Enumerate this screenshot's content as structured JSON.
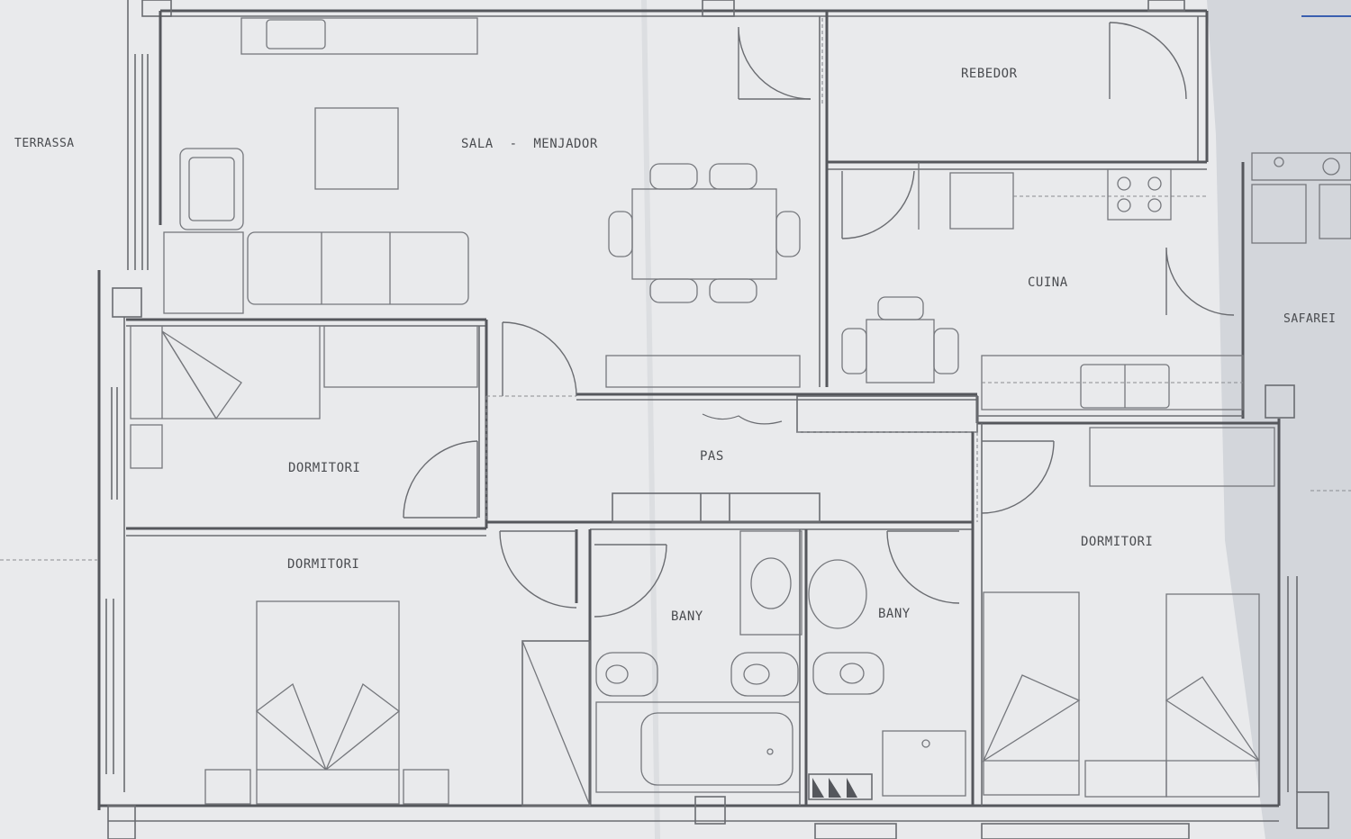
{
  "plan": {
    "labels": {
      "terrassa": "TERRASSA",
      "sala": "SALA  -  MENJADOR",
      "rebedor": "REBEDOR",
      "cuina": "CUINA",
      "safarei": "SAFAREI",
      "pas": "PAS",
      "dormitori_1": "DORMITORI",
      "dormitori_2": "DORMITORI",
      "dormitori_3": "DORMITORI",
      "bany_1": "BANY",
      "bany_2": "BANY"
    },
    "colors": {
      "paper": "#e9eaec",
      "paper_right": "#d3d6db",
      "line": "#55575c",
      "pen_mark": "#3a5fb0"
    }
  }
}
